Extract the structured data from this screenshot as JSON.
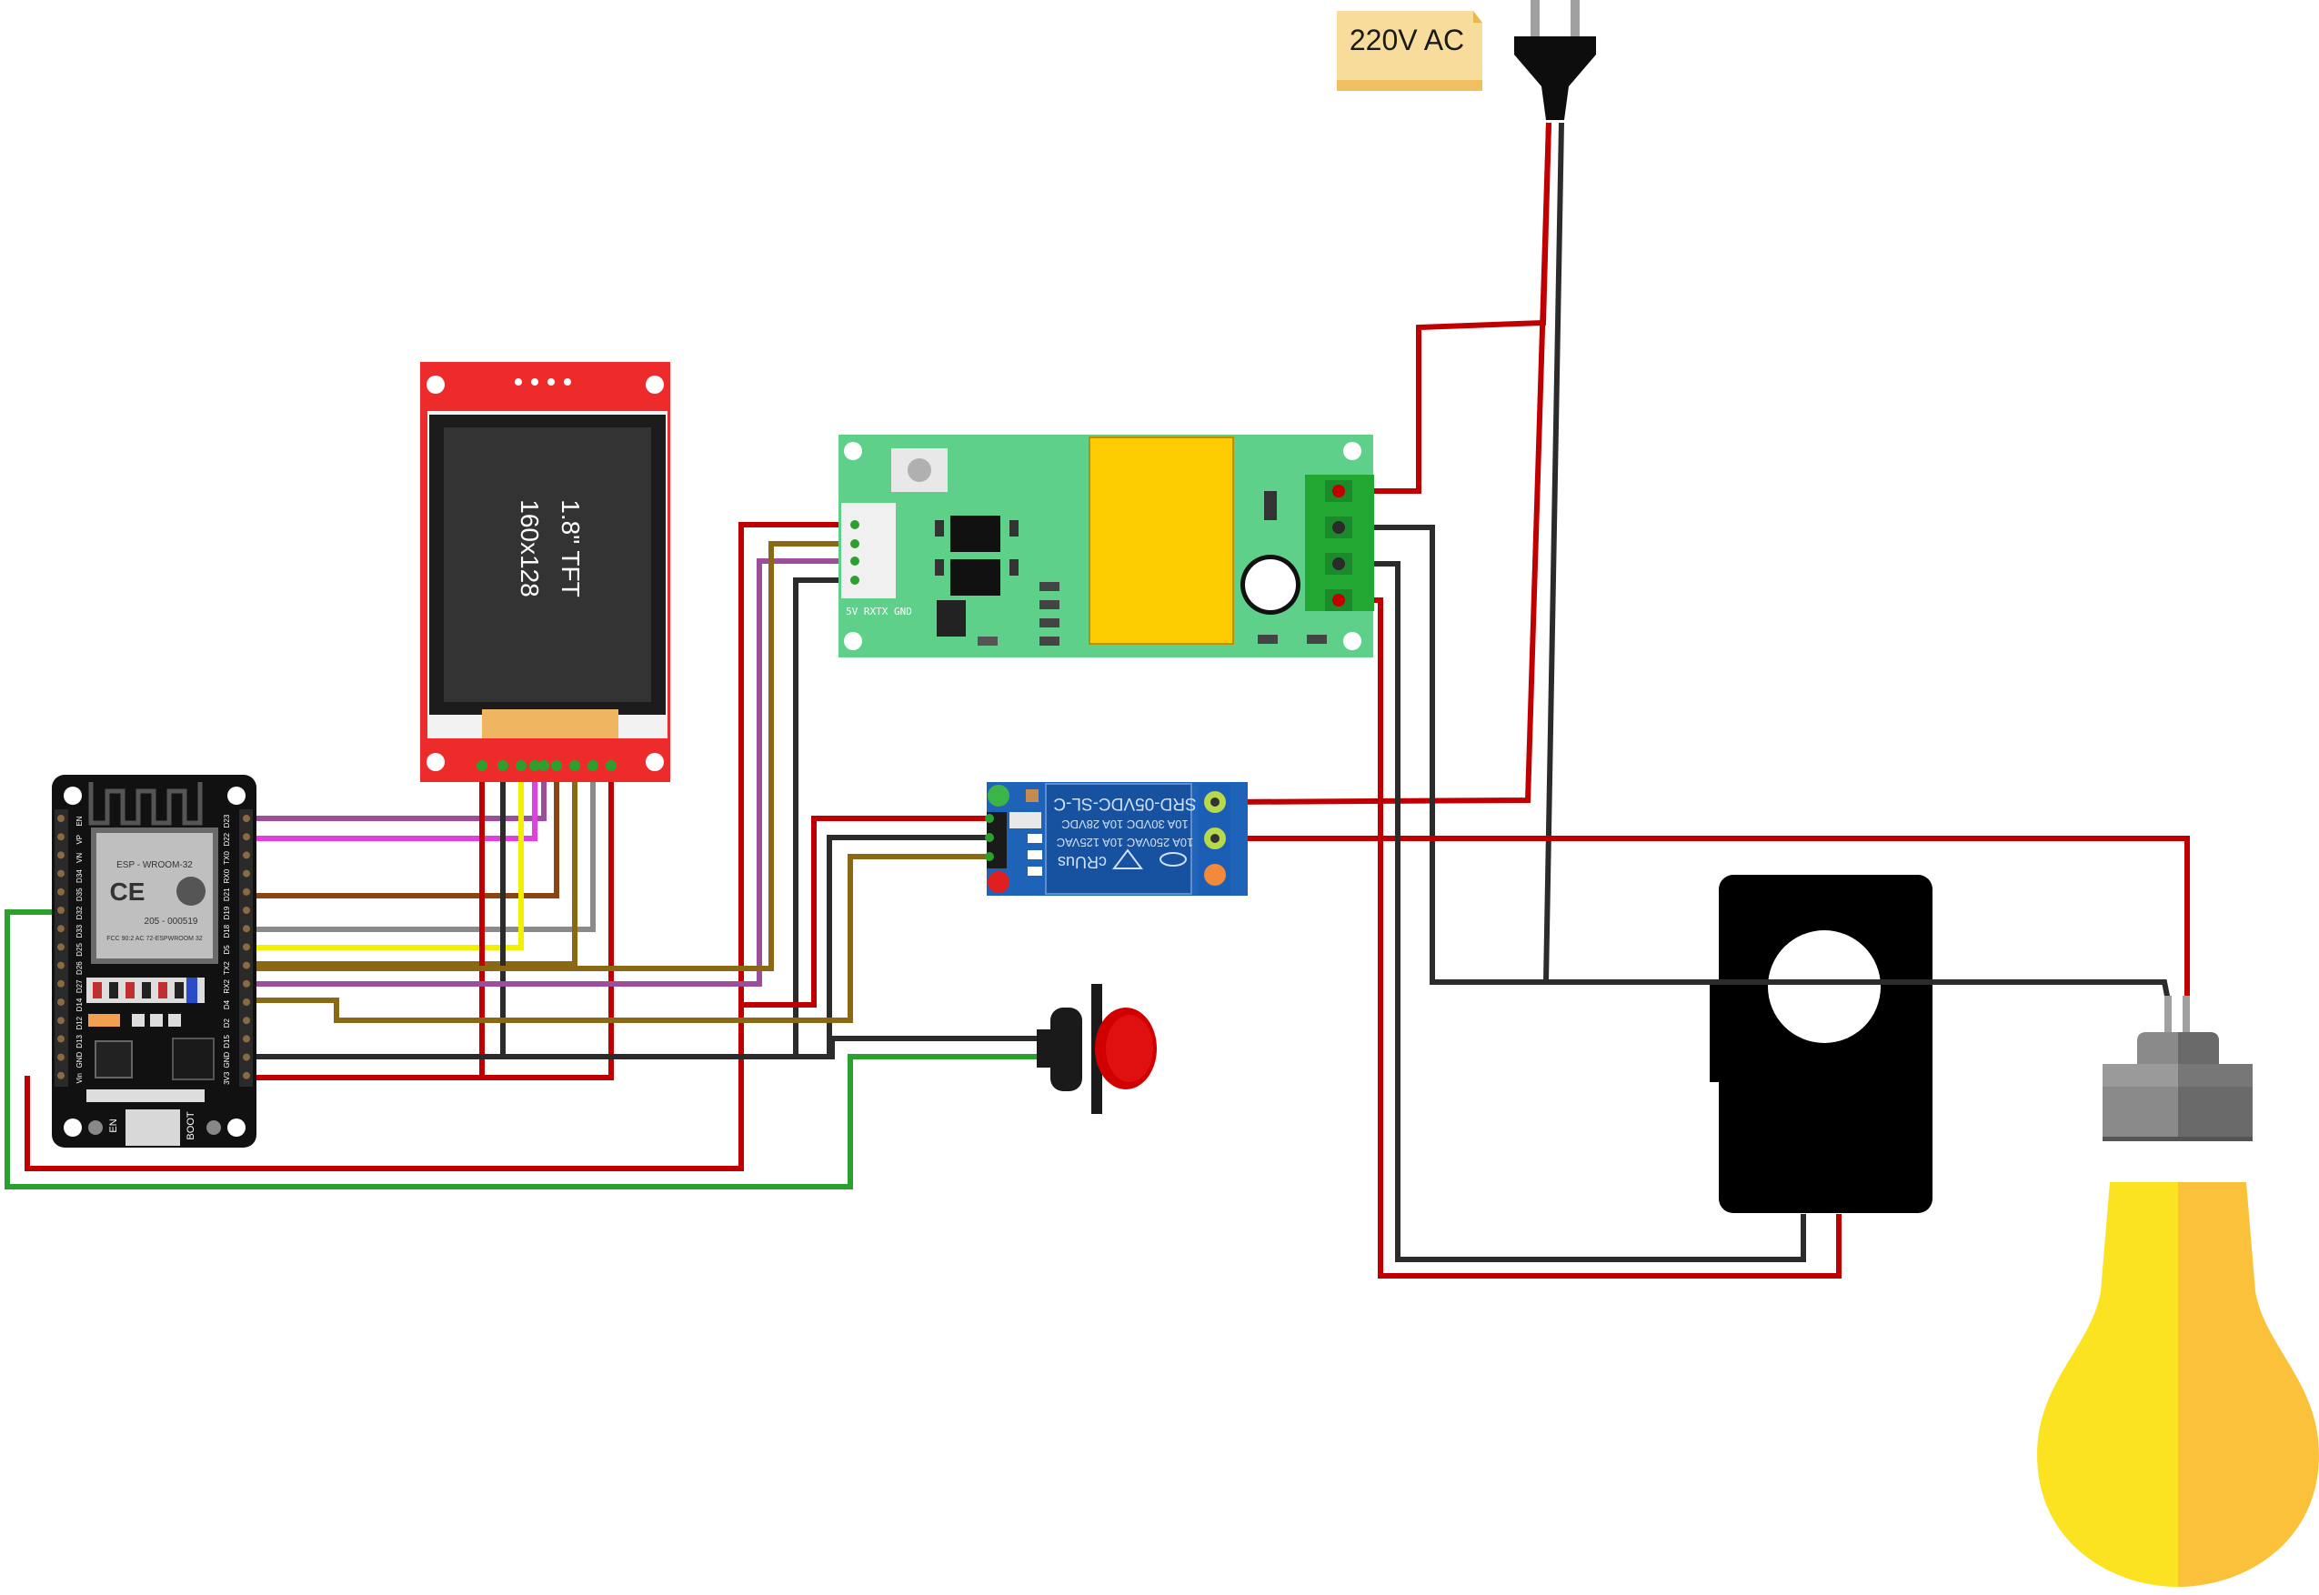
{
  "power": {
    "label": "220V AC"
  },
  "tft": {
    "label_line1": "1.8\" TFT",
    "label_line2": "160x128"
  },
  "esp32": {
    "module_name": "ESP - WROOM-32",
    "cert_1": "205 - 000519",
    "cert_2": "FCC 90:2 AC 72-ESPWROOM 32",
    "en_label": "EN",
    "boot_label": "BOOT",
    "left_pins": [
      "EN",
      "VP",
      "VN",
      "D34",
      "D35",
      "D32",
      "D33",
      "D25",
      "D26",
      "D27",
      "D14",
      "D12",
      "D13",
      "GND",
      "Vin"
    ],
    "right_pins": [
      "D23",
      "D22",
      "TX0",
      "RX0",
      "D21",
      "D19",
      "D18",
      "D5",
      "TX2",
      "RX2",
      "D4",
      "D2",
      "D15",
      "GND",
      "3V3"
    ]
  },
  "pzem": {
    "pin_label": "5V RXTX GND"
  },
  "relay": {
    "text_1": "SRD-05VDC-SL-C",
    "text_2": "10A 30VDC 10A 28VDC",
    "text_3": "10A 250VAC 10A 125VAC",
    "text_4": "cRUus"
  },
  "colors": {
    "wire_red": "#c00000",
    "wire_black": "#2b2b2b",
    "wire_green": "#2ca02c",
    "wire_purple": "#9b4f9b",
    "wire_magenta": "#e040e0",
    "wire_brown": "#8b4513",
    "wire_olive": "#8b6914",
    "wire_gray": "#8a8a8a",
    "wire_yellow": "#f0f000",
    "tft_red": "#ee2b2b",
    "pzem_green": "#5fd08a",
    "relay_blue": "#1f63b8",
    "bulb_yellow": "#fce321",
    "bulb_orange": "#fbc13a"
  }
}
